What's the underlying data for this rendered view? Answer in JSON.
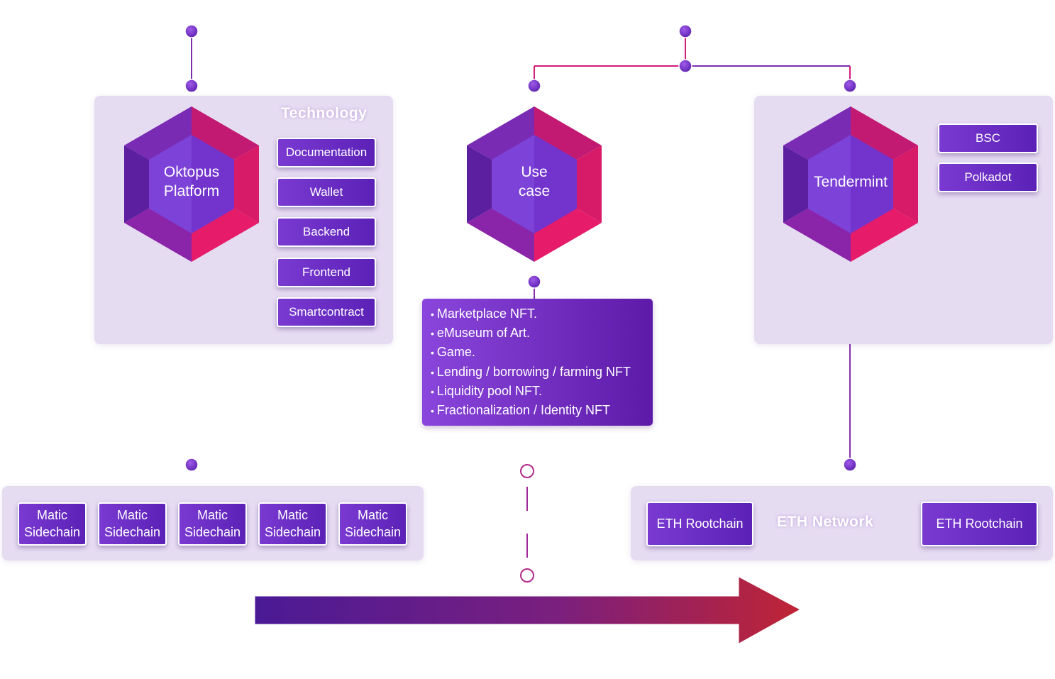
{
  "technology": {
    "title": "Technology",
    "hexagon": [
      "Oktopus",
      "Platform"
    ],
    "items": [
      "Documentation",
      "Wallet",
      "Backend",
      "Frontend",
      "Smartcontract"
    ]
  },
  "use_case": {
    "hexagon": [
      "Use",
      "case"
    ],
    "items": [
      "Marketplace NFT.",
      "eMuseum of Art.",
      "Game.",
      "Lending / borrowing / farming NFT",
      "Liquidity pool NFT.",
      "Fractionalization / Identity NFT"
    ]
  },
  "tendermint": {
    "hexagon": "Tendermint",
    "items": [
      "BSC",
      "Polkadot"
    ]
  },
  "sidechains": {
    "labels": [
      [
        "Matic",
        "Sidechain"
      ],
      [
        "Matic",
        "Sidechain"
      ],
      [
        "Matic",
        "Sidechain"
      ],
      [
        "Matic",
        "Sidechain"
      ],
      [
        "Matic",
        "Sidechain"
      ]
    ]
  },
  "eth_network": {
    "title": "ETH Network",
    "left": "ETH Rootchain",
    "right": "ETH Rootchain"
  },
  "colors": {
    "purple_dark": "#4a1a96",
    "purple": "#7a3ad2",
    "magenta": "#e61b6a",
    "line_purple": "#7b2fb0",
    "line_magenta": "#d21c7a",
    "arrow_start": "#4a1a96",
    "arrow_end": "#c02434",
    "panel_bg": "#e6dcf2"
  }
}
